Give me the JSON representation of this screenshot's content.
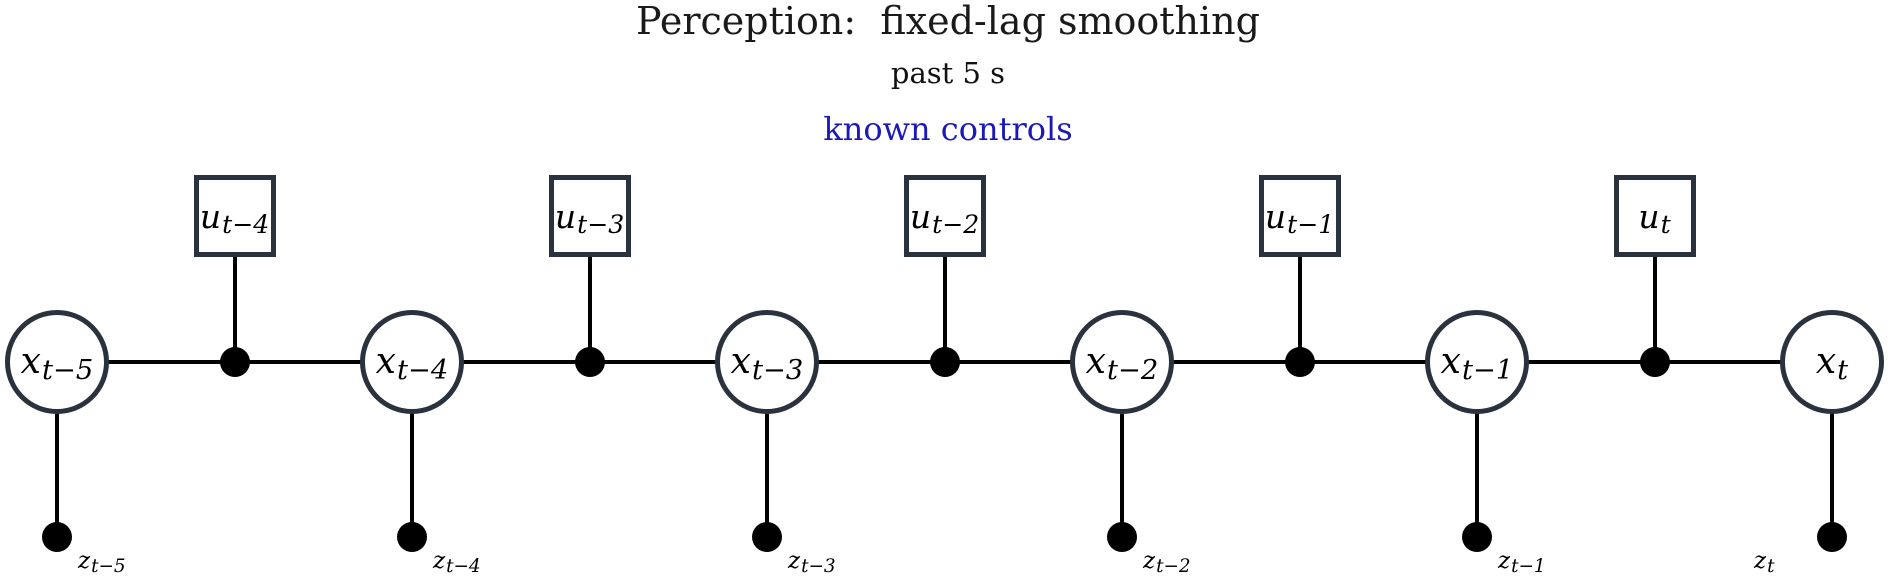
{
  "title": "Perception:  fixed-lag smoothing",
  "subtitle": "past 5 s",
  "annotation": {
    "text": "known controls",
    "color": "#1a1ab8"
  },
  "colors": {
    "node_outline": "#2a323d",
    "edge": "#000000",
    "background": "#ffffff"
  },
  "graph": {
    "state_nodes": [
      {
        "base": "x",
        "sub": "t−5"
      },
      {
        "base": "x",
        "sub": "t−4"
      },
      {
        "base": "x",
        "sub": "t−3"
      },
      {
        "base": "x",
        "sub": "t−2"
      },
      {
        "base": "x",
        "sub": "t−1"
      },
      {
        "base": "x",
        "sub": "t"
      }
    ],
    "control_nodes": [
      {
        "base": "u",
        "sub": "t−4"
      },
      {
        "base": "u",
        "sub": "t−3"
      },
      {
        "base": "u",
        "sub": "t−2"
      },
      {
        "base": "u",
        "sub": "t−1"
      },
      {
        "base": "u",
        "sub": "t"
      }
    ],
    "measurement_nodes": [
      {
        "base": "z",
        "sub": "t−5",
        "label_side": "right"
      },
      {
        "base": "z",
        "sub": "t−4",
        "label_side": "right"
      },
      {
        "base": "z",
        "sub": "t−3",
        "label_side": "right"
      },
      {
        "base": "z",
        "sub": "t−2",
        "label_side": "right"
      },
      {
        "base": "z",
        "sub": "t−1",
        "label_side": "right"
      },
      {
        "base": "z",
        "sub": "t",
        "label_side": "left"
      }
    ]
  }
}
